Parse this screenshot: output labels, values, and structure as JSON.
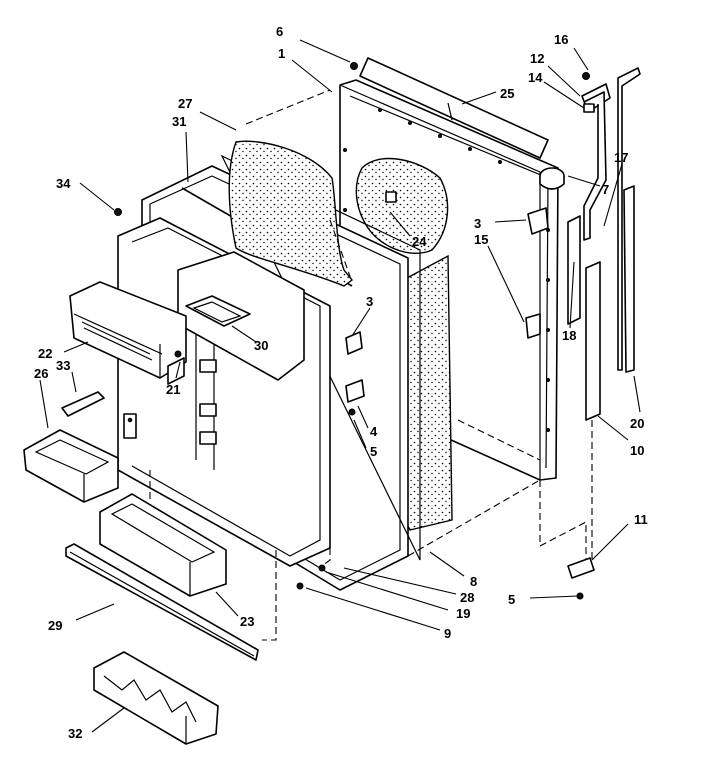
{
  "callouts": [
    {
      "id": "6",
      "text": "6"
    },
    {
      "id": "1",
      "text": "1"
    },
    {
      "id": "27",
      "text": "27"
    },
    {
      "id": "31",
      "text": "31"
    },
    {
      "id": "34",
      "text": "34"
    },
    {
      "id": "25",
      "text": "25"
    },
    {
      "id": "16",
      "text": "16"
    },
    {
      "id": "12",
      "text": "12"
    },
    {
      "id": "14",
      "text": "14"
    },
    {
      "id": "7",
      "text": "7"
    },
    {
      "id": "17",
      "text": "17"
    },
    {
      "id": "3a",
      "text": "3"
    },
    {
      "id": "15",
      "text": "15"
    },
    {
      "id": "24",
      "text": "24"
    },
    {
      "id": "3b",
      "text": "3"
    },
    {
      "id": "18",
      "text": "18"
    },
    {
      "id": "20",
      "text": "20"
    },
    {
      "id": "10",
      "text": "10"
    },
    {
      "id": "22",
      "text": "22"
    },
    {
      "id": "33",
      "text": "33"
    },
    {
      "id": "26",
      "text": "26"
    },
    {
      "id": "30",
      "text": "30"
    },
    {
      "id": "21",
      "text": "21"
    },
    {
      "id": "4",
      "text": "4"
    },
    {
      "id": "5a",
      "text": "5"
    },
    {
      "id": "11",
      "text": "11"
    },
    {
      "id": "8",
      "text": "8"
    },
    {
      "id": "28",
      "text": "28"
    },
    {
      "id": "19",
      "text": "19"
    },
    {
      "id": "5b",
      "text": "5"
    },
    {
      "id": "9",
      "text": "9"
    },
    {
      "id": "29",
      "text": "29"
    },
    {
      "id": "23",
      "text": "23"
    },
    {
      "id": "32",
      "text": "32"
    }
  ]
}
